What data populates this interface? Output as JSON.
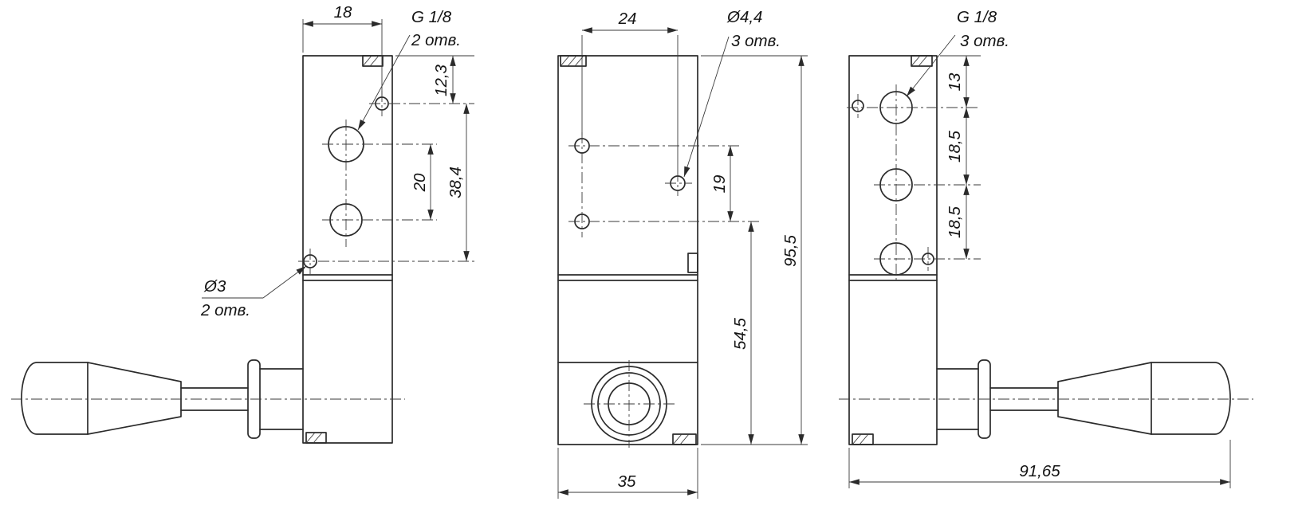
{
  "colors": {
    "background": "#ffffff",
    "contour": "#2b2b2b",
    "thin_line": "#3a3a3a",
    "text": "#141414"
  },
  "views": {
    "front": {
      "dim_width": "18",
      "thread_label": "G 1/8",
      "thread_count": "2 отв.",
      "dim_offset_top": "12,3",
      "dim_port_spacing": "20",
      "dim_hole_span": "38,4",
      "hole_label": "Ø3",
      "hole_count": "2 отв."
    },
    "side": {
      "dim_hole_offset": "24",
      "hole_label": "Ø4,4",
      "hole_count": "3 отв.",
      "dim_hole_spacing": "19",
      "dim_height": "95,5",
      "dim_bottom_to_hole": "54,5",
      "dim_width": "35"
    },
    "back": {
      "thread_label": "G 1/8",
      "thread_count": "3 отв.",
      "dim_offset_top": "13",
      "dim_spacing_1": "18,5",
      "dim_spacing_2": "18,5",
      "dim_total_length": "91,65"
    }
  }
}
